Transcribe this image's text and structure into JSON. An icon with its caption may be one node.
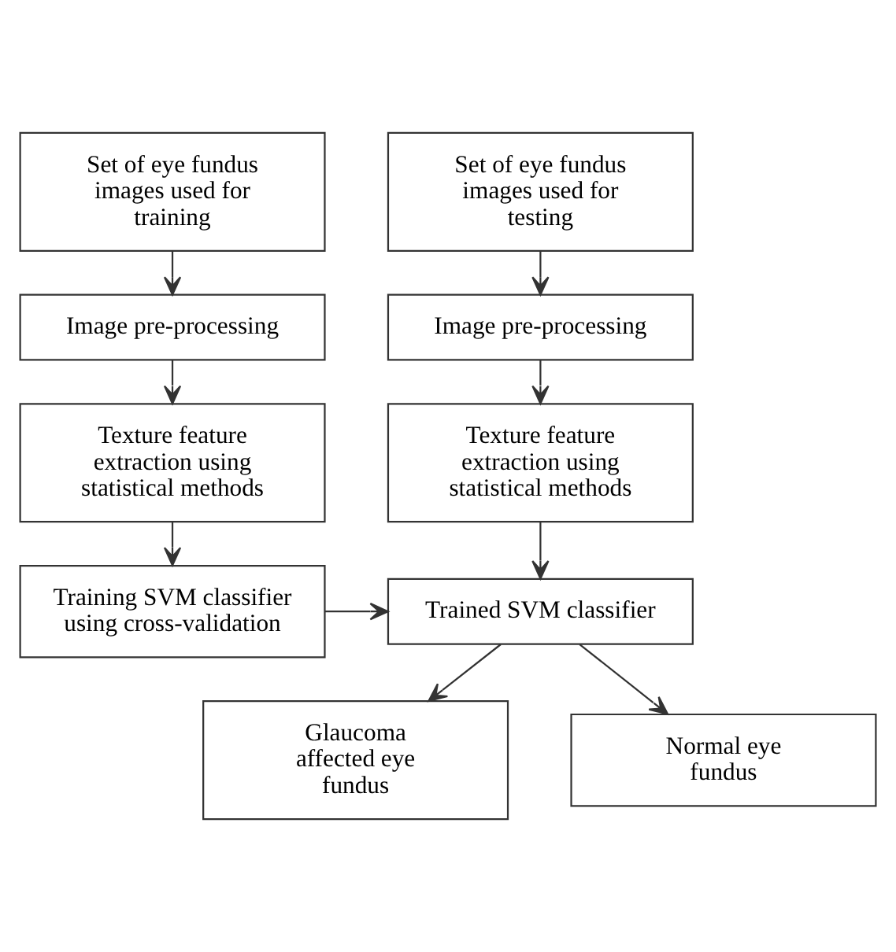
{
  "diagram": {
    "nodes": [
      {
        "text": [
          "Set of eye fundus images used for training"
        ]
      },
      {
        "text": [
          "Image pre-processing"
        ]
      },
      {
        "text": [
          "Texture feature extraction using statistical methods"
        ]
      },
      {
        "text": [
          "Training SVM classifier using cross-validation"
        ]
      },
      {
        "text": [
          "Set of eye fundus images used for testing"
        ]
      },
      {
        "text": [
          "Image pre-processing"
        ]
      },
      {
        "text": [
          "Texture feature extraction using statistical methods"
        ]
      },
      {
        "text": [
          "Trained SVM classifier"
        ]
      },
      {
        "text": [
          "Glaucoma affected eye fundus"
        ]
      },
      {
        "text": [
          "Normal eye fundus"
        ]
      }
    ],
    "edges": [
      {
        "from": 0,
        "to": 1,
        "arrow": "to"
      },
      {
        "from": 1,
        "to": 2,
        "arrow": "to"
      },
      {
        "from": 2,
        "to": 3,
        "arrow": "to"
      },
      {
        "from": 3,
        "to": 7,
        "arrow": "to"
      },
      {
        "from": 4,
        "to": 5,
        "arrow": "to"
      },
      {
        "from": 5,
        "to": 6,
        "arrow": "to"
      },
      {
        "from": 6,
        "to": 7,
        "arrow": "to"
      },
      {
        "from": 7,
        "to": 8,
        "arrow": "to"
      },
      {
        "from": 7,
        "to": 9,
        "arrow": "to"
      }
    ]
  }
}
